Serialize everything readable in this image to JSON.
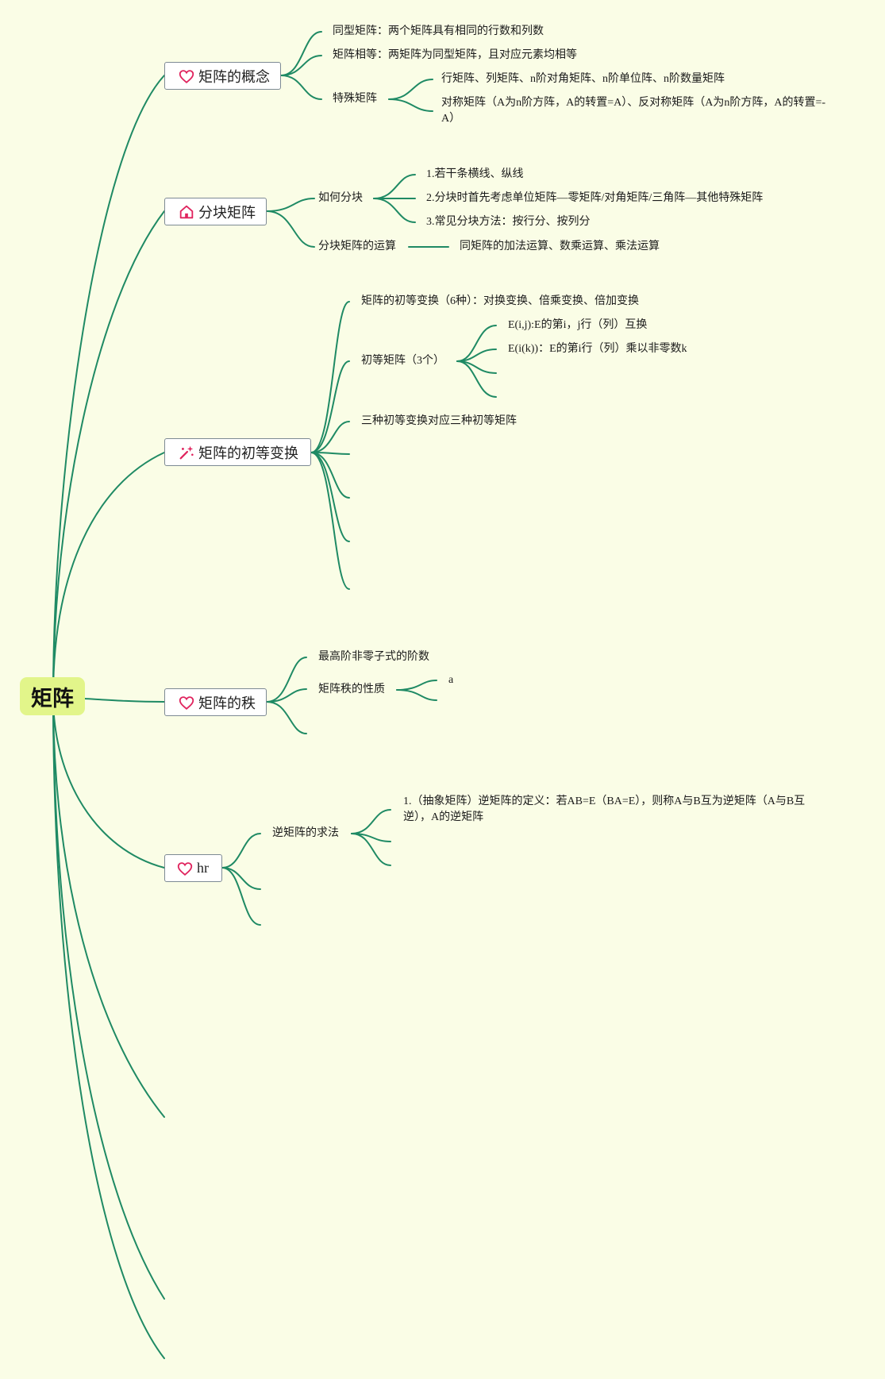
{
  "root": {
    "label": "矩阵"
  },
  "topics": {
    "concept": {
      "label": "矩阵的概念",
      "icon": "heart-icon"
    },
    "block": {
      "label": "分块矩阵",
      "icon": "home-icon"
    },
    "elementary": {
      "label": "矩阵的初等变换",
      "icon": "sparkle-wand-icon"
    },
    "rank": {
      "label": "矩阵的秩",
      "icon": "heart-icon"
    },
    "hr": {
      "label": "hr",
      "icon": "heart-icon"
    }
  },
  "concept": {
    "same_type": "同型矩阵：两个矩阵具有相同的行数和列数",
    "equal": "矩阵相等：两矩阵为同型矩阵，且对应元素均相等",
    "special": "特殊矩阵",
    "special_a": "行矩阵、列矩阵、n阶对角矩阵、n阶单位阵、n阶数量矩阵",
    "special_b": "对称矩阵（A为n阶方阵，A的转置=A）、反对称矩阵（A为n阶方阵，A的转置=-A）"
  },
  "block": {
    "how": "如何分块",
    "how_1": "1.若干条横线、纵线",
    "how_2": "2.分块时首先考虑单位矩阵—零矩阵/对角矩阵/三角阵—其他特殊矩阵",
    "how_3": "3.常见分块方法：按行分、按列分",
    "ops": "分块矩阵的运算",
    "ops_1": "同矩阵的加法运算、数乘运算、乘法运算"
  },
  "elementary": {
    "transform": "矩阵的初等变换（6种）：对换变换、倍乘变换、倍加变换",
    "matrix": "初等矩阵（3个）",
    "matrix_1": "E(i,j):E的第i，j行（列）互换",
    "matrix_2": "E(i(k))：E的第i行（列）乘以非零数k",
    "map": "三种初等变换对应三种初等矩阵"
  },
  "rank": {
    "def": "最高阶非零子式的阶数",
    "props": "矩阵秩的性质",
    "props_1": "a"
  },
  "inverse": {
    "find": "逆矩阵的求法",
    "def": "1.（抽象矩阵）逆矩阵的定义：若AB=E（BA=E），则称A与B互为逆矩阵（A与B互逆），A的逆矩阵"
  },
  "colors": {
    "background": "#fafde6",
    "link": "#1f8a64",
    "root_fill": "#e2f58a",
    "icon_red": "#e0245e"
  }
}
